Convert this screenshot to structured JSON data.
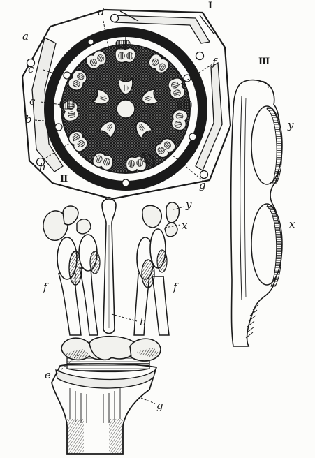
{
  "figure_numbers": {
    "fig1": "I",
    "fig2": "II",
    "fig3": "III"
  },
  "figure1_labels": {
    "a": "a",
    "b": "b",
    "c1": "c",
    "c2": "c",
    "d": "d",
    "f": "f",
    "g": "g",
    "h": "h"
  },
  "figure2_labels": {
    "y": "y",
    "x": "x",
    "f_left": "f",
    "f_right": "f",
    "h": "h",
    "e": "e",
    "g": "g"
  },
  "figure3_labels": {
    "y": "y",
    "x": "x"
  },
  "colors": {
    "ink": "#1a1a1a",
    "paper": "#fcfcfa"
  }
}
